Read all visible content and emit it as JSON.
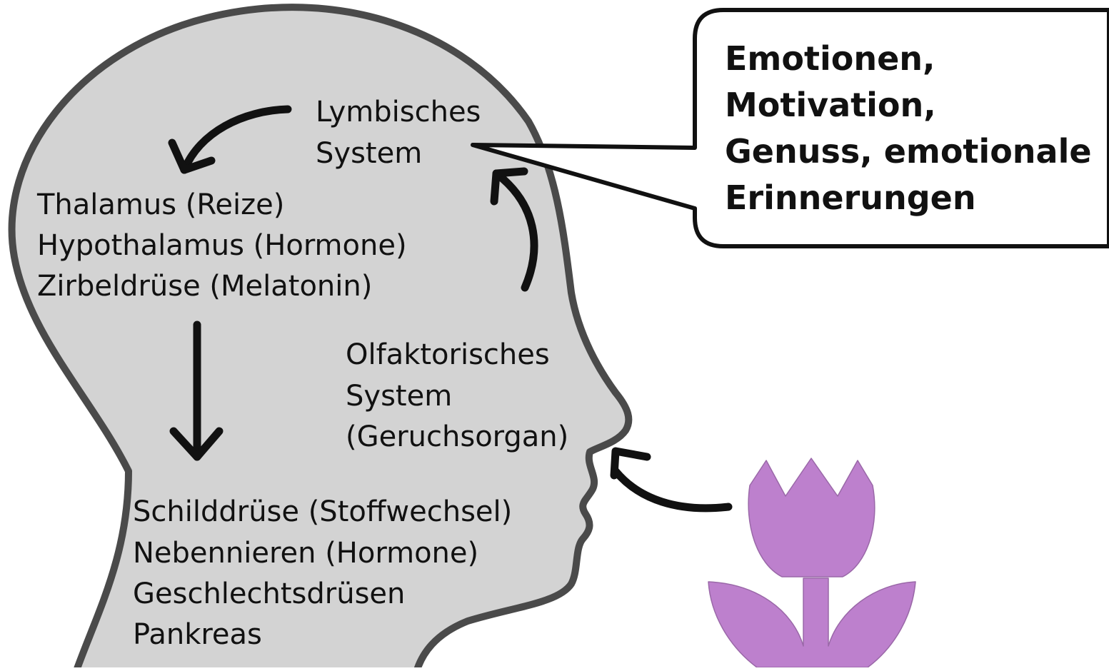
{
  "colors": {
    "head_fill": "#d3d3d3",
    "head_outline": "#4a4a4a",
    "arrow": "#111111",
    "flower": "#bd80cd",
    "bubble_fill": "#ffffff",
    "bubble_outline": "#111111"
  },
  "labels": {
    "limbic": [
      "Lymbisches",
      "System"
    ],
    "diencephalon": [
      "Thalamus (Reize)",
      "Hypothalamus (Hormone)",
      "Zirbeldrüse (Melatonin)"
    ],
    "olfactory": [
      "Olfaktorisches",
      "System",
      "(Geruchsorgan)"
    ],
    "glands": [
      "Schilddrüse (Stoffwechsel)",
      "Nebennieren (Hormone)",
      "Geschlechtsdrüsen",
      "Pankreas"
    ]
  },
  "speech_bubble": {
    "lines": [
      "Emotionen,",
      "Motivation,",
      "Genuss, emotionale",
      "Erinnerungen"
    ]
  },
  "icons": {
    "flower": "tulip-flower-icon"
  }
}
